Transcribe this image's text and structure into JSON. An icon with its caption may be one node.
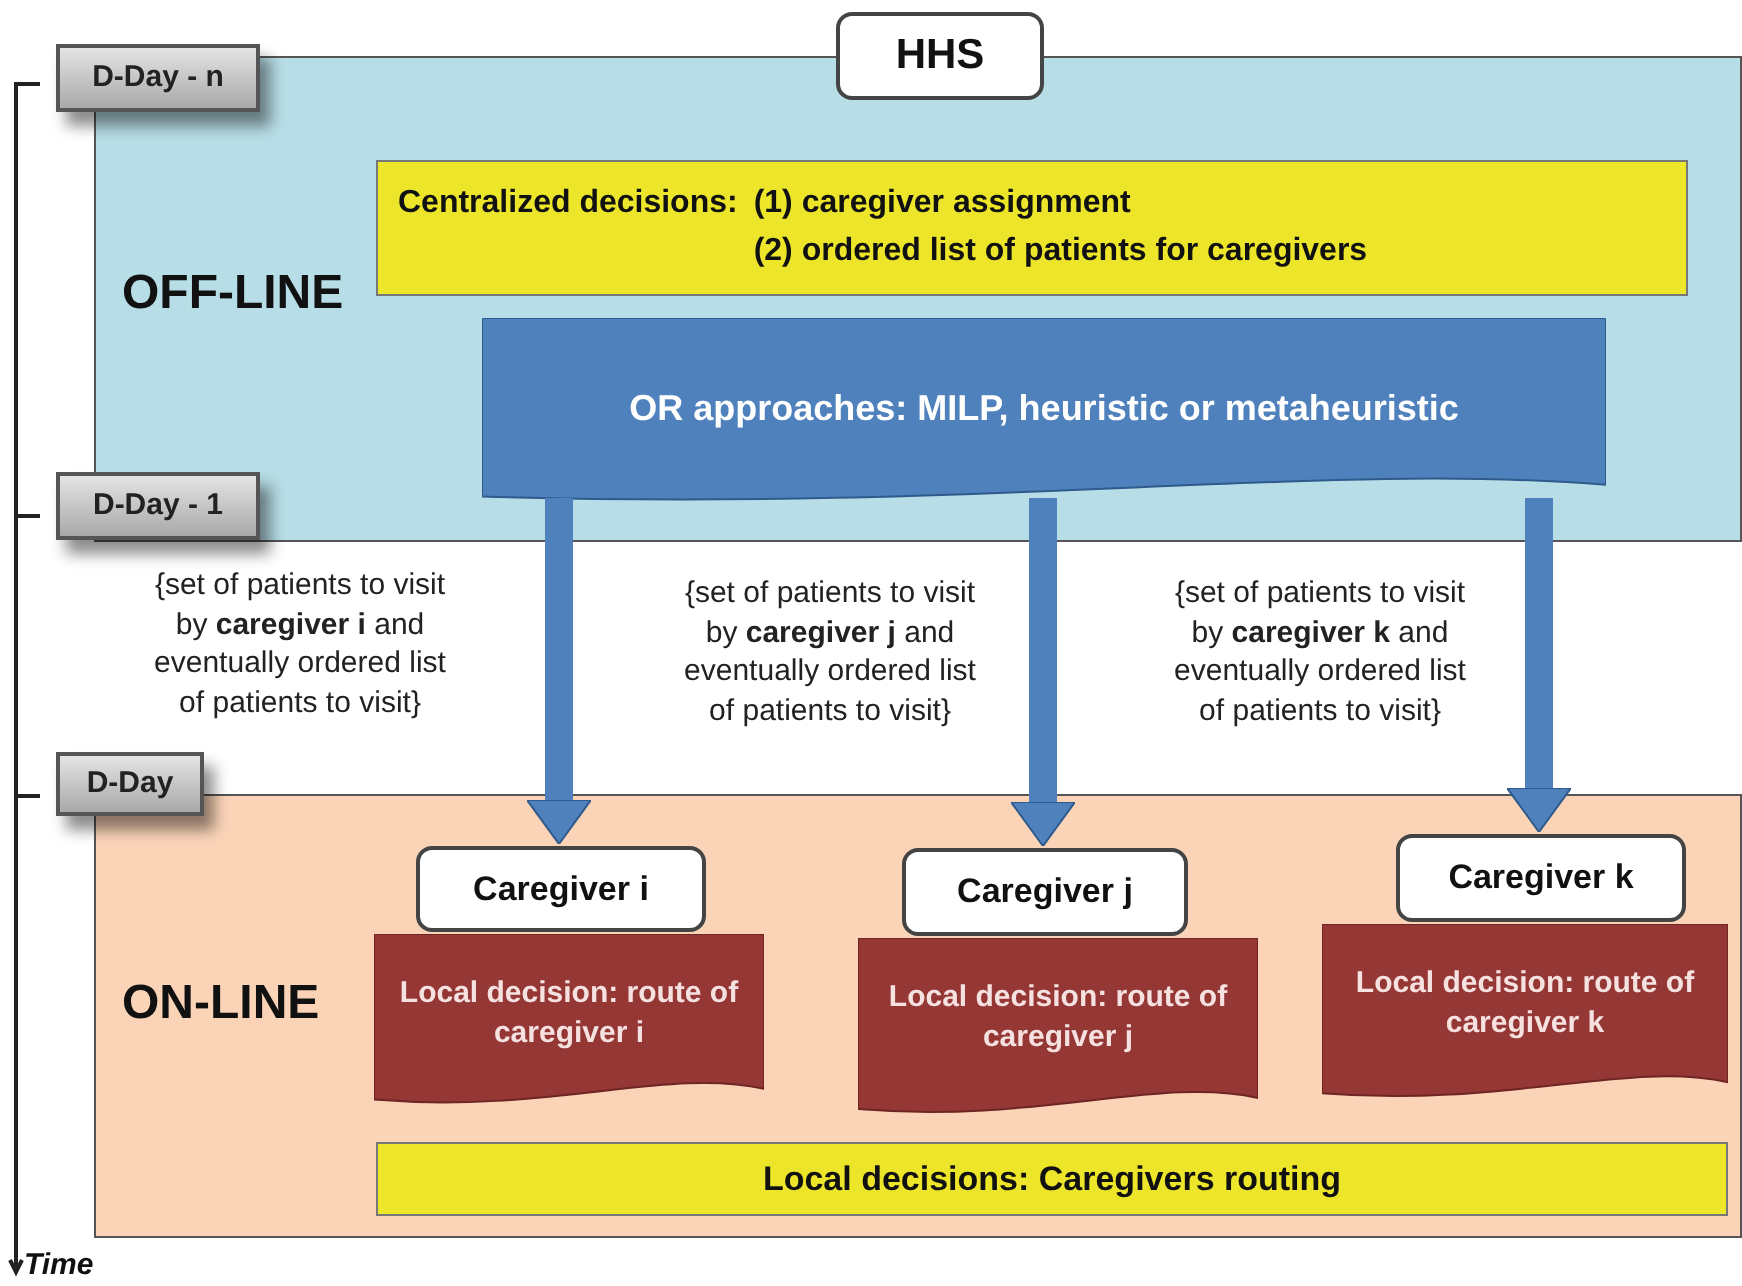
{
  "diagram": {
    "nodes": [
      {
        "text": [
          "D-Day - n"
        ]
      },
      {
        "text": [
          "HHS"
        ]
      },
      {
        "text": [
          "OFF-LINE"
        ]
      },
      {
        "text": [
          "Centralized decisions:",
          "(1) caregiver assignment",
          "(2) ordered list of patients for caregivers"
        ],
        "in": 2
      },
      {
        "text": [
          "OR approaches: MILP, heuristic or metaheuristic"
        ],
        "in": 2
      },
      {
        "text": [
          "D-Day - 1"
        ]
      },
      {
        "text": [
          "D-Day"
        ]
      },
      {
        "text": [
          "ON-LINE"
        ]
      },
      {
        "text": [
          "Caregiver i"
        ],
        "in": 7
      },
      {
        "text": [
          "Local decision: route of caregiver i"
        ],
        "in": 7
      },
      {
        "text": [
          "Caregiver j"
        ],
        "in": 7
      },
      {
        "text": [
          "Local decision: route of caregiver j"
        ],
        "in": 7
      },
      {
        "text": [
          "Caregiver k"
        ],
        "in": 7
      },
      {
        "text": [
          "Local decision: route of caregiver k"
        ],
        "in": 7
      },
      {
        "text": [
          "Local decisions: Caregivers routing"
        ],
        "in": 7
      }
    ],
    "edges": [
      {
        "from": 4,
        "to": 8,
        "arrow": "to",
        "label": "{set of patients to visit by **caregiver i** and eventually ordered list of patients to visit}"
      },
      {
        "from": 4,
        "to": 10,
        "arrow": "to",
        "label": "{set of patients to visit by **caregiver j** and eventually ordered list of patients to visit}"
      },
      {
        "from": 4,
        "to": 12,
        "arrow": "to",
        "label": "{set of patients to visit by **caregiver k** and eventually ordered list of patients to visit}"
      }
    ],
    "labels": [
      "Time"
    ]
  }
}
